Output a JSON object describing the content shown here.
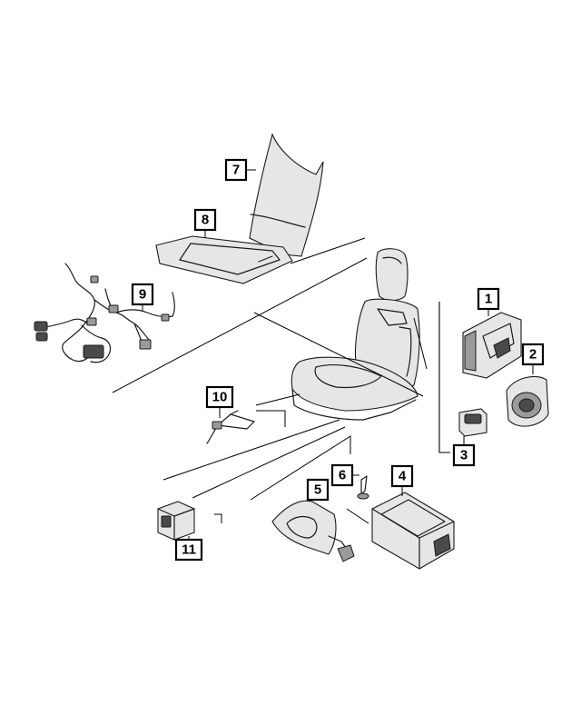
{
  "diagram": {
    "callouts": [
      {
        "id": "1",
        "label": "1"
      },
      {
        "id": "2",
        "label": "2"
      },
      {
        "id": "3",
        "label": "3"
      },
      {
        "id": "4",
        "label": "4"
      },
      {
        "id": "5",
        "label": "5"
      },
      {
        "id": "6",
        "label": "6"
      },
      {
        "id": "7",
        "label": "7"
      },
      {
        "id": "8",
        "label": "8"
      },
      {
        "id": "9",
        "label": "9"
      },
      {
        "id": "10",
        "label": "10"
      },
      {
        "id": "11",
        "label": "11"
      }
    ],
    "colors": {
      "line": "#1a1a1a",
      "fill": "#e6e6e6",
      "dark": "#4a4a4a"
    }
  }
}
